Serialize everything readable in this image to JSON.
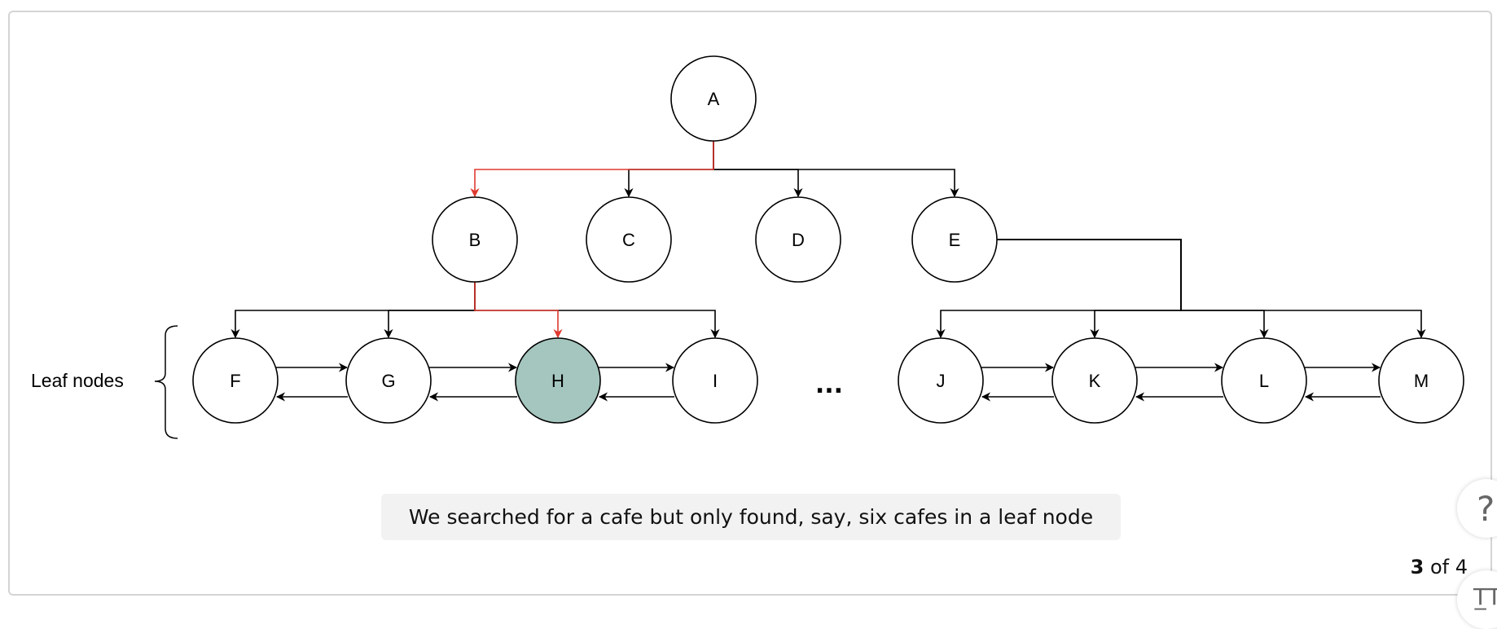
{
  "diagram": {
    "nodes": [
      {
        "id": "A",
        "label": "A",
        "highlighted": false
      },
      {
        "id": "B",
        "label": "B",
        "highlighted": false
      },
      {
        "id": "C",
        "label": "C",
        "highlighted": false
      },
      {
        "id": "D",
        "label": "D",
        "highlighted": false
      },
      {
        "id": "E",
        "label": "E",
        "highlighted": false
      },
      {
        "id": "F",
        "label": "F",
        "highlighted": false
      },
      {
        "id": "G",
        "label": "G",
        "highlighted": false
      },
      {
        "id": "H",
        "label": "H",
        "highlighted": true
      },
      {
        "id": "I",
        "label": "I",
        "highlighted": false
      },
      {
        "id": "J",
        "label": "J",
        "highlighted": false
      },
      {
        "id": "K",
        "label": "K",
        "highlighted": false
      },
      {
        "id": "L",
        "label": "L",
        "highlighted": false
      },
      {
        "id": "M",
        "label": "M",
        "highlighted": false
      }
    ],
    "tree_edges": [
      {
        "from": "A",
        "to": "B",
        "highlighted": true
      },
      {
        "from": "A",
        "to": "C",
        "highlighted": false
      },
      {
        "from": "A",
        "to": "D",
        "highlighted": false
      },
      {
        "from": "A",
        "to": "E",
        "highlighted": false
      },
      {
        "from": "B",
        "to": "F",
        "highlighted": false
      },
      {
        "from": "B",
        "to": "G",
        "highlighted": false
      },
      {
        "from": "B",
        "to": "H",
        "highlighted": true
      },
      {
        "from": "B",
        "to": "I",
        "highlighted": false
      },
      {
        "from": "E",
        "to": "J",
        "highlighted": false
      },
      {
        "from": "E",
        "to": "K",
        "highlighted": false
      },
      {
        "from": "E",
        "to": "L",
        "highlighted": false
      },
      {
        "from": "E",
        "to": "M",
        "highlighted": false
      }
    ],
    "leaf_links": [
      {
        "from": "F",
        "to": "G"
      },
      {
        "from": "G",
        "to": "F"
      },
      {
        "from": "G",
        "to": "H"
      },
      {
        "from": "H",
        "to": "G"
      },
      {
        "from": "H",
        "to": "I"
      },
      {
        "from": "I",
        "to": "H"
      },
      {
        "from": "J",
        "to": "K"
      },
      {
        "from": "K",
        "to": "J"
      },
      {
        "from": "K",
        "to": "L"
      },
      {
        "from": "L",
        "to": "K"
      },
      {
        "from": "L",
        "to": "M"
      },
      {
        "from": "M",
        "to": "L"
      }
    ],
    "ellipsis": "...",
    "leaf_group_label": "Leaf nodes",
    "colors": {
      "highlight_fill": "#a4c6be",
      "highlight_edge": "#e03a2f",
      "edge": "#000000",
      "node_stroke": "#000000"
    }
  },
  "caption": "We searched for a cafe but only found, say, six cafes in a leaf node",
  "pager": {
    "current": "3",
    "rest": " of 4"
  },
  "help_icon": "?",
  "text_size_icon": "T̲T"
}
